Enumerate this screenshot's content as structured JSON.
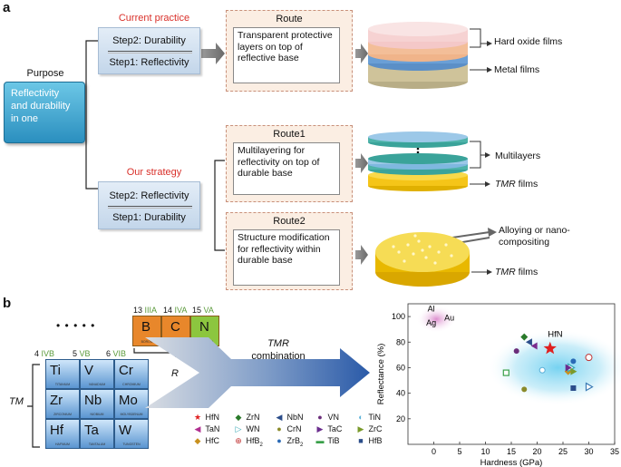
{
  "panel_a": {
    "letter": "a",
    "purpose_title": "Purpose",
    "purpose_text": "Reflectivity and durability in one",
    "current": {
      "label": "Current practice",
      "step2": "Step2: Durability",
      "step1": "Step1: Reflectivity",
      "route_title": "Route",
      "route_text": "Transparent protective layers on top of reflective base",
      "layer_label_1": "Hard oxide films",
      "layer_label_2": "Metal films"
    },
    "ours": {
      "label": "Our strategy",
      "step2": "Step2: Reflectivity",
      "step1": "Step1: Durability",
      "route1_title": "Route1",
      "route1_text": "Multilayering for reflectivity on top of durable base",
      "route1_label_1": "Multilayers",
      "route1_label_2_italic": "TMR",
      "route1_label_2_rest": " films",
      "route2_title": "Route2",
      "route2_text": "Structure modification for reflectivity within durable base",
      "route2_label_1": "Alloying or nano-compositing",
      "route2_label_2_italic": "TMR",
      "route2_label_2_rest": " films"
    }
  },
  "panel_b": {
    "letter": "b",
    "tm_label": "TM",
    "r_label": "R",
    "dots": "• • • • •",
    "combination_italic": "TMR",
    "combination_rest": "combination",
    "tm_groups": [
      {
        "num": "4",
        "grp": "IVB"
      },
      {
        "num": "5",
        "grp": "VB"
      },
      {
        "num": "6",
        "grp": "VIB"
      }
    ],
    "tm_elements": [
      {
        "sym": "Ti",
        "name": "TITANIUM"
      },
      {
        "sym": "V",
        "name": "VANADIUM"
      },
      {
        "sym": "Cr",
        "name": "CHROMIUM"
      },
      {
        "sym": "Zr",
        "name": "ZIRCONIUM"
      },
      {
        "sym": "Nb",
        "name": "NIOBIUM"
      },
      {
        "sym": "Mo",
        "name": "MOLYBDENUM"
      },
      {
        "sym": "Hf",
        "name": "HAFNIUM"
      },
      {
        "sym": "Ta",
        "name": "TANTALUM"
      },
      {
        "sym": "W",
        "name": "TUNGSTEN"
      }
    ],
    "r_groups": [
      {
        "num": "13",
        "grp": "IIIA"
      },
      {
        "num": "14",
        "grp": "IVA"
      },
      {
        "num": "15",
        "grp": "VA"
      }
    ],
    "r_elements": [
      {
        "sym": "B",
        "name": "BORON",
        "color": "#e8872b"
      },
      {
        "sym": "C",
        "name": "CARBON",
        "color": "#e8872b"
      },
      {
        "sym": "N",
        "name": "NITROGEN",
        "color": "#8cc63f"
      }
    ]
  },
  "chart_data": {
    "type": "scatter",
    "xlabel": "Hardness (GPa)",
    "ylabel": "Reflectance (%)",
    "xlim": [
      -5,
      35
    ],
    "ylim": [
      0,
      110
    ],
    "xticks": [
      0,
      5,
      10,
      15,
      20,
      25,
      30,
      35
    ],
    "yticks": [
      20,
      40,
      60,
      80,
      100
    ],
    "metal_labels": [
      "Al",
      "Ag",
      "Au"
    ],
    "highlight_label": "HfN",
    "points": [
      {
        "name": "HfN",
        "x": 22.5,
        "y": 75,
        "marker": "star",
        "color": "#e02020"
      },
      {
        "name": "TaN",
        "x": 19.5,
        "y": 77,
        "marker": "tri-left",
        "color": "#7b2d8e"
      },
      {
        "name": "HfC",
        "x": 26,
        "y": 57,
        "marker": "half-diamond",
        "color": "#c8901e"
      },
      {
        "name": "ZrN",
        "x": 17.5,
        "y": 84,
        "marker": "diamond",
        "color": "#2a7a2a"
      },
      {
        "name": "WN",
        "x": 26.5,
        "y": 60,
        "marker": "tri-right-outline",
        "color": "#3aa9b5"
      },
      {
        "name": "HfB2",
        "x": 30,
        "y": 68,
        "marker": "circle-plus",
        "color": "#c03030"
      },
      {
        "name": "NbN",
        "x": 18.5,
        "y": 80,
        "marker": "tri-left",
        "color": "#2b4d8a"
      },
      {
        "name": "CrN",
        "x": 17.5,
        "y": 43,
        "marker": "circle",
        "color": "#8a8a2a"
      },
      {
        "name": "ZrB2",
        "x": 27,
        "y": 65,
        "marker": "circle",
        "color": "#2a6ab5"
      },
      {
        "name": "VN",
        "x": 16,
        "y": 73,
        "marker": "circle",
        "color": "#6b2d7a"
      },
      {
        "name": "TaC",
        "x": 26,
        "y": 60,
        "marker": "tri-right",
        "color": "#6b2d8e"
      },
      {
        "name": "TiB",
        "x": 14,
        "y": 56,
        "marker": "square-half",
        "color": "#3aa04a"
      },
      {
        "name": "TiN",
        "x": 21,
        "y": 58,
        "marker": "circle-half",
        "color": "#5ab0d8"
      },
      {
        "name": "ZrC",
        "x": 27,
        "y": 57,
        "marker": "tri-right",
        "color": "#7a9a2a"
      },
      {
        "name": "HfB",
        "x": 27,
        "y": 44,
        "marker": "square",
        "color": "#2b4d8a"
      },
      {
        "name": "TiC",
        "x": 30,
        "y": 45,
        "marker": "tri-right-outline",
        "color": "#3a7ab5"
      }
    ],
    "legend": [
      {
        "label": "HfN",
        "marker": "★",
        "color": "#e02020"
      },
      {
        "label": "ZrN",
        "marker": "◆",
        "color": "#2a7a2a"
      },
      {
        "label": "NbN",
        "marker": "◀",
        "color": "#2b4d8a"
      },
      {
        "label": "VN",
        "marker": "●",
        "color": "#6b2d7a"
      },
      {
        "label": "TiN",
        "marker": "◐",
        "color": "#5ab0d8"
      },
      {
        "label": "TaN",
        "marker": "◀",
        "color": "#b03090"
      },
      {
        "label": "WN",
        "marker": "▷",
        "color": "#3aa9b5"
      },
      {
        "label": "CrN",
        "marker": "●",
        "color": "#8a8a2a"
      },
      {
        "label": "TaC",
        "marker": "▶",
        "color": "#6b2d8e"
      },
      {
        "label": "ZrC",
        "marker": "▶",
        "color": "#7a9a2a"
      },
      {
        "label": "HfC",
        "marker": "◆",
        "color": "#c8901e"
      },
      {
        "label": "HfB",
        "label_sub": "2",
        "marker": "⊕",
        "color": "#c03030"
      },
      {
        "label": "ZrB",
        "label_sub": "2",
        "marker": "●",
        "color": "#2a6ab5"
      },
      {
        "label": "TiB",
        "marker": "▬",
        "color": "#3aa04a"
      },
      {
        "label": "HfB",
        "marker": "■",
        "color": "#2b4d8a"
      }
    ]
  }
}
